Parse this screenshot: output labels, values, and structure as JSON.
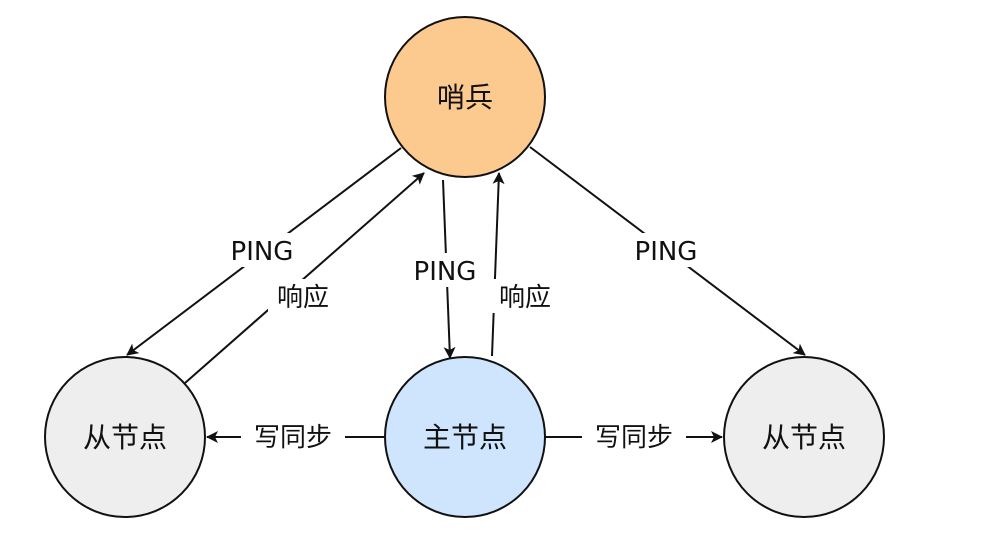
{
  "nodes": {
    "sentinel": {
      "label": "哨兵",
      "fill": "#fcc98f"
    },
    "master": {
      "label": "主节点",
      "fill": "#cfe4fd"
    },
    "slave_left": {
      "label": "从节点",
      "fill": "#eeeeee"
    },
    "slave_right": {
      "label": "从节点",
      "fill": "#eeeeee"
    }
  },
  "edges": {
    "ping_left": "PING",
    "response_left": "响应",
    "ping_master": "PING",
    "response_master": "响应",
    "ping_right": "PING",
    "sync_left": "写同步",
    "sync_right": "写同步"
  }
}
